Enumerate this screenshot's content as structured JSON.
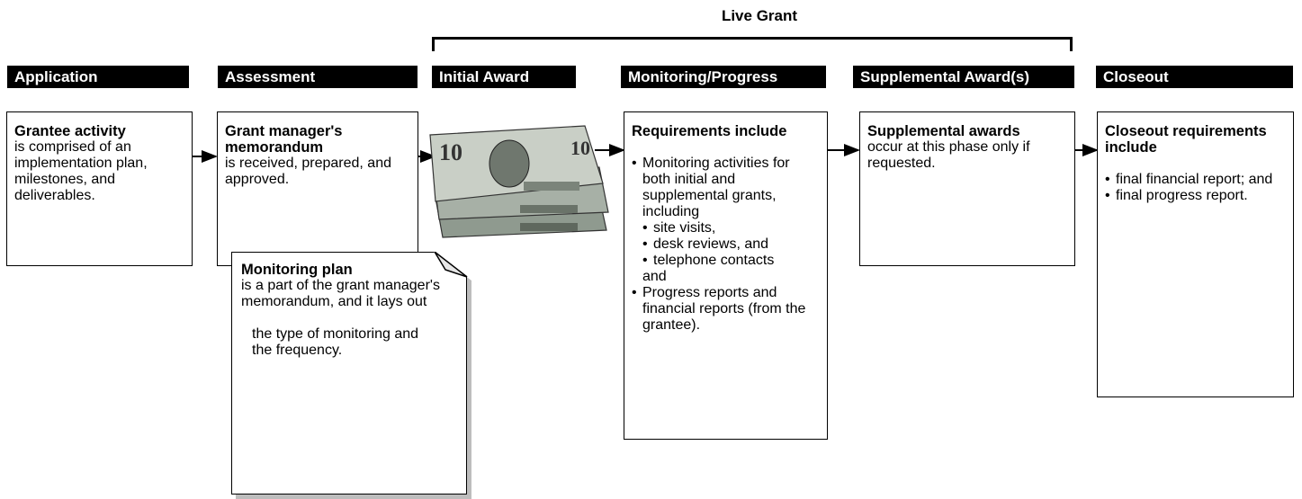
{
  "bracket": {
    "label": "Live Grant"
  },
  "phases": [
    {
      "label": "Application"
    },
    {
      "label": "Assessment"
    },
    {
      "label": "Initial Award"
    },
    {
      "label": "Monitoring/Progress"
    },
    {
      "label": "Supplemental Award(s)"
    },
    {
      "label": "Closeout"
    }
  ],
  "application": {
    "heading": "Grantee activity",
    "text": "is comprised of an implementation plan, milestones, and deliverables."
  },
  "assessment": {
    "heading": "Grant manager's memorandum",
    "text": "is received, prepared, and approved."
  },
  "monitoring_plan": {
    "heading": "Monitoring plan",
    "text": "is a part of the grant manager's memorandum, and it lays out",
    "bullets": [
      "the type of monitoring and",
      "the frequency."
    ]
  },
  "initial_award": {
    "image_alt": "stack of ten dollar bills"
  },
  "monitoring": {
    "heading": "Requirements include",
    "bullet1": "Monitoring activities for both initial and supplemental grants, including",
    "sub": [
      "site visits,",
      "desk reviews, and",
      "telephone contacts"
    ],
    "and_text": "and",
    "bullet2": "Progress reports and financial reports (from the grantee)."
  },
  "supplemental": {
    "heading": "Supplemental awards",
    "text": "occur at this phase only if requested."
  },
  "closeout": {
    "heading": "Closeout requirements include",
    "bullets": [
      "final financial report; and",
      "final progress report."
    ]
  },
  "colors": {
    "phase_bg": "#000000",
    "phase_text": "#ffffff",
    "shadow": "#bdbdbd",
    "money": "#9aa39a"
  }
}
